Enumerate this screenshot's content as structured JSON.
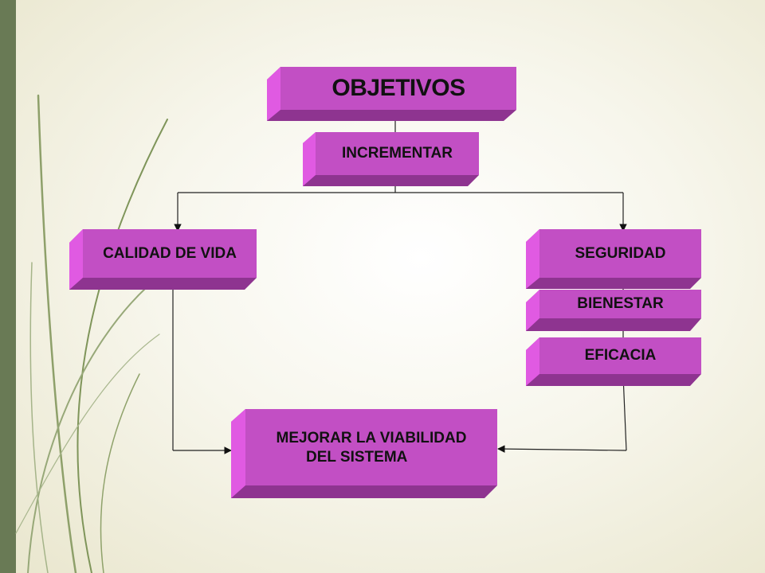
{
  "diagram": {
    "root": "OBJETIVOS",
    "verb": "INCREMENTAR",
    "left_goal": "CALIDAD DE VIDA",
    "right_goals": [
      "SEGURIDAD",
      "BIENESTAR",
      "EFICACIA"
    ],
    "bottom_goal_line1": "MEJORAR LA VIABILIDAD",
    "bottom_goal_line2": "DEL SISTEMA"
  },
  "colors": {
    "box_face": "#c24fc4",
    "box_bevel_light": "#e05ae2",
    "box_bevel_dark": "#8e3490",
    "sidebar": "#697a55"
  }
}
